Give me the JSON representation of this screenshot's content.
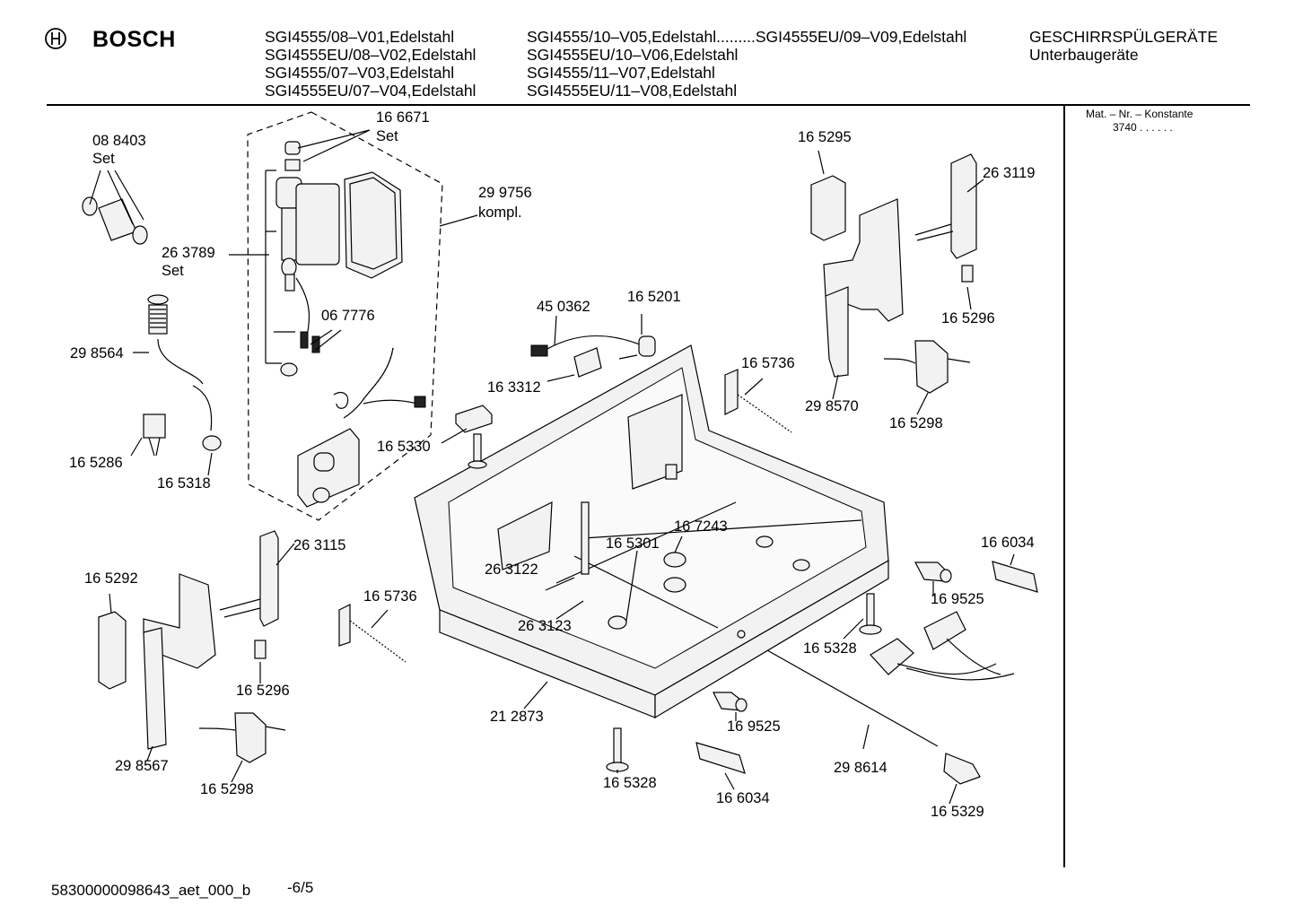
{
  "header": {
    "brand": "BOSCH",
    "models_col1": [
      "SGI4555/08–V01,Edelstahl",
      "SGI4555EU/08–V02,Edelstahl",
      "SGI4555/07–V03,Edelstahl",
      "SGI4555EU/07–V04,Edelstahl"
    ],
    "models_col2": [
      "SGI4555/10–V05,Edelstahl.........SGI4555EU/09–V09,Edelstahl",
      "SGI4555EU/10–V06,Edelstahl",
      "SGI4555/11–V07,Edelstahl",
      "SGI4555EU/11–V08,Edelstahl"
    ],
    "category": "GESCHIRRSPÜLGERÄTE",
    "subcategory": "Unterbaugeräte"
  },
  "side_panel": {
    "mat_label": "Mat. – Nr. – Konstante",
    "mat_value": "3740  .  .  .  .  .  ."
  },
  "labels": {
    "p088403": "08 8403",
    "set1": "Set",
    "p166671": "16 6671",
    "set2": "Set",
    "p299756": "29 9756",
    "kompl": "kompl.",
    "p263789": "26 3789",
    "set3": "Set",
    "p298564": "29 8564",
    "p067776": "06 7776",
    "p165286": "16 5286",
    "p165318": "16 5318",
    "p165330": "16 5330",
    "p450362": "45 0362",
    "p165201": "16 5201",
    "p163312": "16 3312",
    "p165295": "16 5295",
    "p263119": "26 3119",
    "p165296a": "16 5296",
    "p165736a": "16 5736",
    "p298570": "29 8570",
    "p165298a": "16 5298",
    "p263115": "26 3115",
    "p165292": "16 5292",
    "p165736b": "16 5736",
    "p165296b": "16 5296",
    "p298567": "29 8567",
    "p165298b": "16 5298",
    "p167243": "16 7243",
    "p165301": "16 5301",
    "p263122": "26 3122",
    "p263123": "26 3123",
    "p212873": "21 2873",
    "p165328a": "16 5328",
    "p169525a": "16 9525",
    "p166034a": "16 6034",
    "p166034b": "16 6034",
    "p169525b": "16 9525",
    "p165328b": "16 5328",
    "p298614": "29 8614",
    "p165329": "16 5329"
  },
  "footer": {
    "doc_id": "58300000098643_aet_000_b",
    "page": "-6/5"
  }
}
